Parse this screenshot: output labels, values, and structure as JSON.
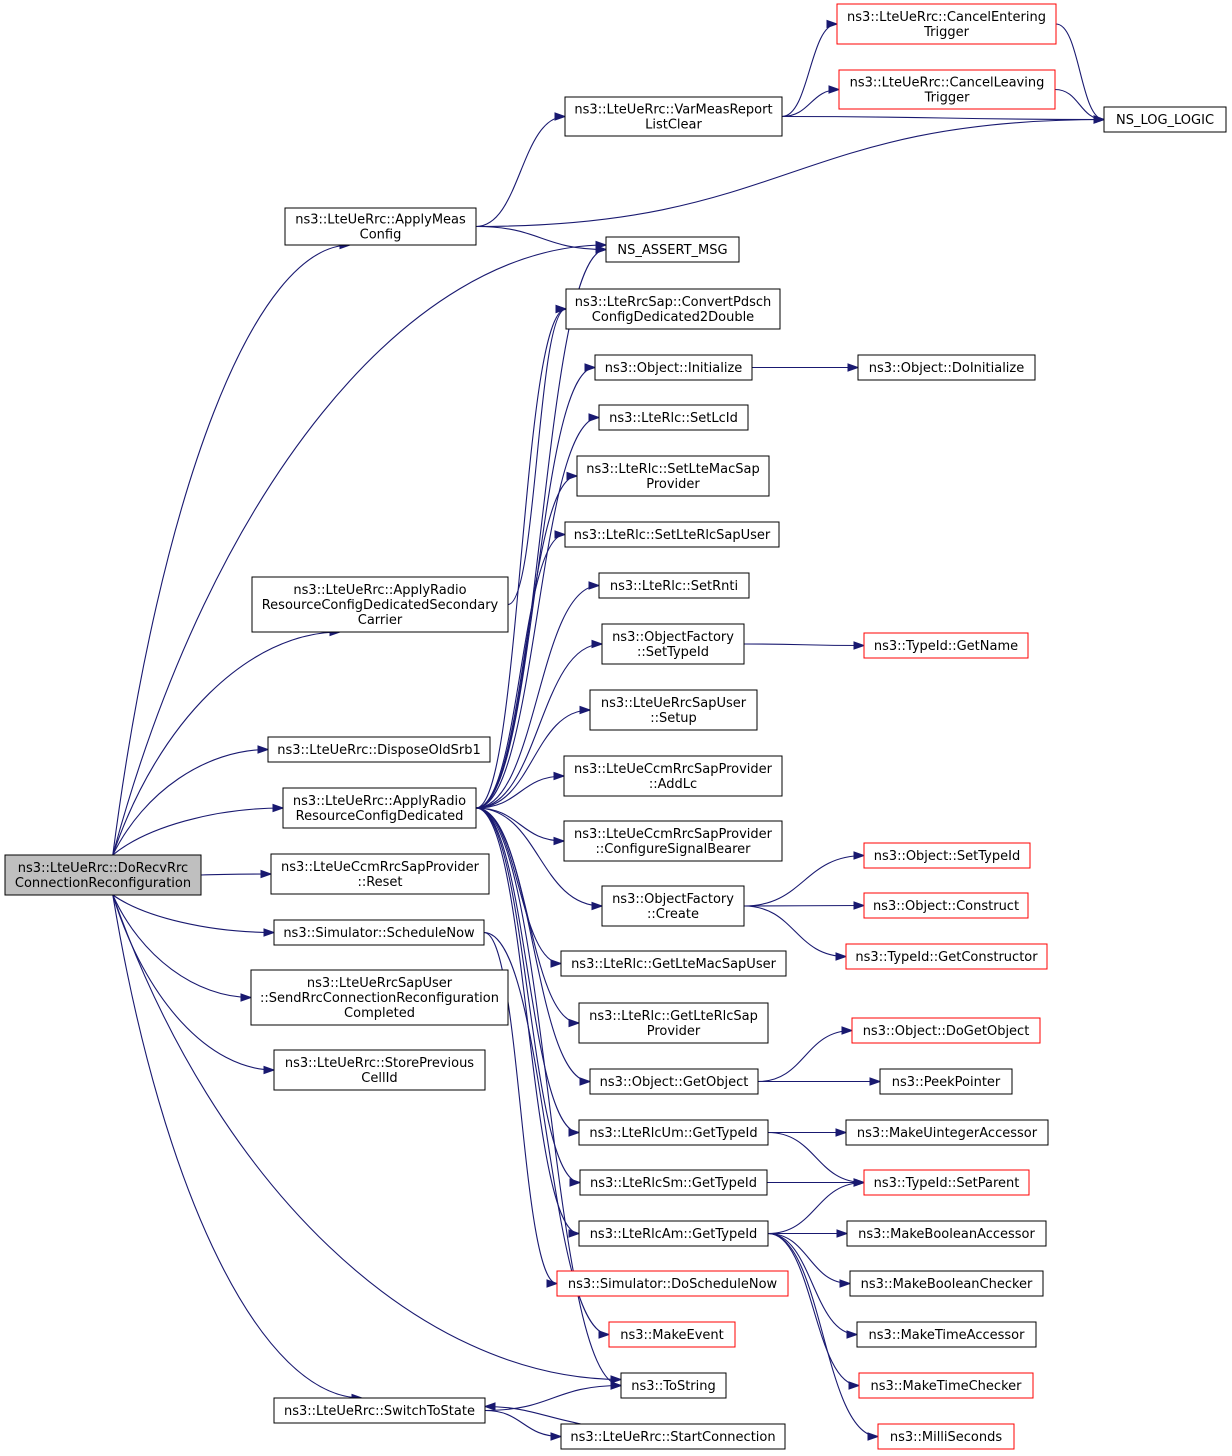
{
  "nodes": [
    {
      "id": "root",
      "lines": [
        "ns3::LteUeRrc::DoRecvRrc",
        "ConnectionReconfiguration"
      ],
      "style": "root"
    },
    {
      "id": "applyMeas",
      "lines": [
        "ns3::LteUeRrc::ApplyMeas",
        "Config"
      ],
      "style": "black"
    },
    {
      "id": "varMeas",
      "lines": [
        "ns3::LteUeRrc::VarMeasReport",
        "ListClear"
      ],
      "style": "black"
    },
    {
      "id": "cancelEnter",
      "lines": [
        "ns3::LteUeRrc::CancelEntering",
        "Trigger"
      ],
      "style": "red"
    },
    {
      "id": "cancelLeave",
      "lines": [
        "ns3::LteUeRrc::CancelLeaving",
        "Trigger"
      ],
      "style": "red"
    },
    {
      "id": "nsLogLogic",
      "lines": [
        "NS_LOG_LOGIC"
      ],
      "style": "black"
    },
    {
      "id": "nsAssert",
      "lines": [
        "NS_ASSERT_MSG"
      ],
      "style": "black"
    },
    {
      "id": "convertPdsch",
      "lines": [
        "ns3::LteRrcSap::ConvertPdsch",
        "ConfigDedicated2Double"
      ],
      "style": "black"
    },
    {
      "id": "objInit",
      "lines": [
        "ns3::Object::Initialize"
      ],
      "style": "black"
    },
    {
      "id": "objDoInit",
      "lines": [
        "ns3::Object::DoInitialize"
      ],
      "style": "black"
    },
    {
      "id": "setLcId",
      "lines": [
        "ns3::LteRlc::SetLcId"
      ],
      "style": "black"
    },
    {
      "id": "setLteMac",
      "lines": [
        "ns3::LteRlc::SetLteMacSap",
        "Provider"
      ],
      "style": "black"
    },
    {
      "id": "setLteRlcSapUser",
      "lines": [
        "ns3::LteRlc::SetLteRlcSapUser"
      ],
      "style": "black"
    },
    {
      "id": "setRnti",
      "lines": [
        "ns3::LteRlc::SetRnti"
      ],
      "style": "black"
    },
    {
      "id": "ofSetTypeId",
      "lines": [
        "ns3::ObjectFactory",
        "::SetTypeId"
      ],
      "style": "black"
    },
    {
      "id": "typeIdGetName",
      "lines": [
        "ns3::TypeId::GetName"
      ],
      "style": "red"
    },
    {
      "id": "applyRadioSec",
      "lines": [
        "ns3::LteUeRrc::ApplyRadio",
        "ResourceConfigDedicatedSecondary",
        "Carrier"
      ],
      "style": "black"
    },
    {
      "id": "sapUserSetup",
      "lines": [
        "ns3::LteUeRrcSapUser",
        "::Setup"
      ],
      "style": "black"
    },
    {
      "id": "disposeOld",
      "lines": [
        "ns3::LteUeRrc::DisposeOldSrb1"
      ],
      "style": "black"
    },
    {
      "id": "ccmAddLc",
      "lines": [
        "ns3::LteUeCcmRrcSapProvider",
        "::AddLc"
      ],
      "style": "black"
    },
    {
      "id": "applyRadio",
      "lines": [
        "ns3::LteUeRrc::ApplyRadio",
        "ResourceConfigDedicated"
      ],
      "style": "black"
    },
    {
      "id": "ccmConfigSig",
      "lines": [
        "ns3::LteUeCcmRrcSapProvider",
        "::ConfigureSignalBearer"
      ],
      "style": "black"
    },
    {
      "id": "objSetTypeId",
      "lines": [
        "ns3::Object::SetTypeId"
      ],
      "style": "red"
    },
    {
      "id": "ccmReset",
      "lines": [
        "ns3::LteUeCcmRrcSapProvider",
        "::Reset"
      ],
      "style": "black"
    },
    {
      "id": "ofCreate",
      "lines": [
        "ns3::ObjectFactory",
        "::Create"
      ],
      "style": "black"
    },
    {
      "id": "objConstruct",
      "lines": [
        "ns3::Object::Construct"
      ],
      "style": "red"
    },
    {
      "id": "schedNow",
      "lines": [
        "ns3::Simulator::ScheduleNow"
      ],
      "style": "black"
    },
    {
      "id": "typeIdGetCtor",
      "lines": [
        "ns3::TypeId::GetConstructor"
      ],
      "style": "red"
    },
    {
      "id": "getLteMacSapUser",
      "lines": [
        "ns3::LteRlc::GetLteMacSapUser"
      ],
      "style": "black"
    },
    {
      "id": "sendRrc",
      "lines": [
        "ns3::LteUeRrcSapUser",
        "::SendRrcConnectionReconfiguration",
        "Completed"
      ],
      "style": "black"
    },
    {
      "id": "getLteRlcSap",
      "lines": [
        "ns3::LteRlc::GetLteRlcSap",
        "Provider"
      ],
      "style": "black"
    },
    {
      "id": "objDoGetObject",
      "lines": [
        "ns3::Object::DoGetObject"
      ],
      "style": "red"
    },
    {
      "id": "storePrev",
      "lines": [
        "ns3::LteUeRrc::StorePrevious",
        "CellId"
      ],
      "style": "black"
    },
    {
      "id": "objGetObject",
      "lines": [
        "ns3::Object::GetObject"
      ],
      "style": "black"
    },
    {
      "id": "peekPointer",
      "lines": [
        "ns3::PeekPointer"
      ],
      "style": "black"
    },
    {
      "id": "rlcUm",
      "lines": [
        "ns3::LteRlcUm::GetTypeId"
      ],
      "style": "black"
    },
    {
      "id": "makeUint",
      "lines": [
        "ns3::MakeUintegerAccessor"
      ],
      "style": "black"
    },
    {
      "id": "rlcSm",
      "lines": [
        "ns3::LteRlcSm::GetTypeId"
      ],
      "style": "black"
    },
    {
      "id": "setParent",
      "lines": [
        "ns3::TypeId::SetParent"
      ],
      "style": "red"
    },
    {
      "id": "rlcAm",
      "lines": [
        "ns3::LteRlcAm::GetTypeId"
      ],
      "style": "black"
    },
    {
      "id": "makeBoolAcc",
      "lines": [
        "ns3::MakeBooleanAccessor"
      ],
      "style": "black"
    },
    {
      "id": "doSchedNow",
      "lines": [
        "ns3::Simulator::DoScheduleNow"
      ],
      "style": "red"
    },
    {
      "id": "makeBoolChk",
      "lines": [
        "ns3::MakeBooleanChecker"
      ],
      "style": "black"
    },
    {
      "id": "makeEvent",
      "lines": [
        "ns3::MakeEvent"
      ],
      "style": "red"
    },
    {
      "id": "makeTimeAcc",
      "lines": [
        "ns3::MakeTimeAccessor"
      ],
      "style": "black"
    },
    {
      "id": "toString",
      "lines": [
        "ns3::ToString"
      ],
      "style": "black"
    },
    {
      "id": "makeTimeChk",
      "lines": [
        "ns3::MakeTimeChecker"
      ],
      "style": "red"
    },
    {
      "id": "switchToState",
      "lines": [
        "ns3::LteUeRrc::SwitchToState"
      ],
      "style": "black"
    },
    {
      "id": "startConn",
      "lines": [
        "ns3::LteUeRrc::StartConnection"
      ],
      "style": "black"
    },
    {
      "id": "milliSeconds",
      "lines": [
        "ns3::MilliSeconds"
      ],
      "style": "red"
    }
  ],
  "edges": [
    [
      "root",
      "applyMeas"
    ],
    [
      "root",
      "nsAssert"
    ],
    [
      "root",
      "applyRadioSec"
    ],
    [
      "root",
      "disposeOld"
    ],
    [
      "root",
      "applyRadio"
    ],
    [
      "root",
      "ccmReset"
    ],
    [
      "root",
      "schedNow"
    ],
    [
      "root",
      "sendRrc"
    ],
    [
      "root",
      "storePrev"
    ],
    [
      "root",
      "toString"
    ],
    [
      "root",
      "switchToState"
    ],
    [
      "applyMeas",
      "varMeas"
    ],
    [
      "applyMeas",
      "nsLogLogic"
    ],
    [
      "applyMeas",
      "nsAssert"
    ],
    [
      "varMeas",
      "cancelEnter"
    ],
    [
      "varMeas",
      "cancelLeave"
    ],
    [
      "varMeas",
      "nsLogLogic"
    ],
    [
      "cancelEnter",
      "nsLogLogic"
    ],
    [
      "cancelLeave",
      "nsLogLogic"
    ],
    [
      "applyRadioSec",
      "convertPdsch"
    ],
    [
      "applyRadio",
      "nsAssert"
    ],
    [
      "applyRadio",
      "convertPdsch"
    ],
    [
      "applyRadio",
      "objInit"
    ],
    [
      "applyRadio",
      "setLcId"
    ],
    [
      "applyRadio",
      "setLteMac"
    ],
    [
      "applyRadio",
      "setLteRlcSapUser"
    ],
    [
      "applyRadio",
      "setRnti"
    ],
    [
      "applyRadio",
      "ofSetTypeId"
    ],
    [
      "applyRadio",
      "sapUserSetup"
    ],
    [
      "applyRadio",
      "ccmAddLc"
    ],
    [
      "applyRadio",
      "ccmConfigSig"
    ],
    [
      "applyRadio",
      "ofCreate"
    ],
    [
      "applyRadio",
      "getLteMacSapUser"
    ],
    [
      "applyRadio",
      "getLteRlcSap"
    ],
    [
      "applyRadio",
      "objGetObject"
    ],
    [
      "applyRadio",
      "rlcUm"
    ],
    [
      "applyRadio",
      "rlcSm"
    ],
    [
      "applyRadio",
      "rlcAm"
    ],
    [
      "applyRadio",
      "toString"
    ],
    [
      "objInit",
      "objDoInit"
    ],
    [
      "ofSetTypeId",
      "typeIdGetName"
    ],
    [
      "ofCreate",
      "objSetTypeId"
    ],
    [
      "ofCreate",
      "objConstruct"
    ],
    [
      "ofCreate",
      "typeIdGetCtor"
    ],
    [
      "objGetObject",
      "objDoGetObject"
    ],
    [
      "objGetObject",
      "peekPointer"
    ],
    [
      "rlcUm",
      "makeUint"
    ],
    [
      "rlcUm",
      "setParent"
    ],
    [
      "rlcSm",
      "setParent"
    ],
    [
      "rlcAm",
      "setParent"
    ],
    [
      "rlcAm",
      "makeBoolAcc"
    ],
    [
      "rlcAm",
      "makeBoolChk"
    ],
    [
      "rlcAm",
      "makeTimeAcc"
    ],
    [
      "rlcAm",
      "makeTimeChk"
    ],
    [
      "rlcAm",
      "milliSeconds"
    ],
    [
      "schedNow",
      "doSchedNow"
    ],
    [
      "schedNow",
      "makeEvent"
    ],
    [
      "switchToState",
      "toString"
    ],
    [
      "switchToState",
      "startConn"
    ],
    [
      "startConn",
      "switchToState"
    ]
  ]
}
